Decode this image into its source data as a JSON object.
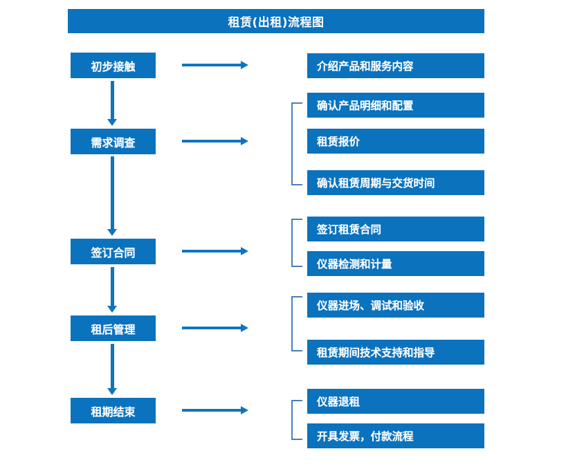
{
  "title": "租赁(出租)流程图",
  "colors": {
    "box_blue": "#0B72BD",
    "arrow_blue": "#1074BC",
    "bracket_blue": "#4A7EBB",
    "text": "#FFFFFF",
    "background": "#FFFFFF"
  },
  "stages": [
    {
      "label": "初步接触"
    },
    {
      "label": "需求调查"
    },
    {
      "label": "签订合同"
    },
    {
      "label": "租后管理"
    },
    {
      "label": "租期结束"
    }
  ],
  "details": [
    {
      "label": "介绍产品和服务内容"
    },
    {
      "label": "确认产品明细和配置"
    },
    {
      "label": "租赁报价"
    },
    {
      "label": "确认租赁周期与交货时间"
    },
    {
      "label": "签订租赁合同"
    },
    {
      "label": "仪器检测和计量"
    },
    {
      "label": "仪器进场、调试和验收"
    },
    {
      "label": "租赁期间技术支持和指导"
    },
    {
      "label": "仪器退租"
    },
    {
      "label": "开具发票，付款流程"
    }
  ],
  "chart_data": {
    "type": "diagram",
    "title": "租赁(出租)流程图",
    "orientation": "vertical-with-branches",
    "nodes": [
      {
        "stage": "初步接触",
        "outputs": [
          "介绍产品和服务内容"
        ]
      },
      {
        "stage": "需求调查",
        "outputs": [
          "确认产品明细和配置",
          "租赁报价",
          "确认租赁周期与交货时间"
        ]
      },
      {
        "stage": "签订合同",
        "outputs": [
          "签订租赁合同",
          "仪器检测和计量"
        ]
      },
      {
        "stage": "租后管理",
        "outputs": [
          "仪器进场、调试和验收",
          "租赁期间技术支持和指导"
        ]
      },
      {
        "stage": "租期结束",
        "outputs": [
          "仪器退租",
          "开具发票，付款流程"
        ]
      }
    ],
    "flow": [
      "初步接触",
      "需求调查",
      "签订合同",
      "租后管理",
      "租期结束"
    ]
  }
}
